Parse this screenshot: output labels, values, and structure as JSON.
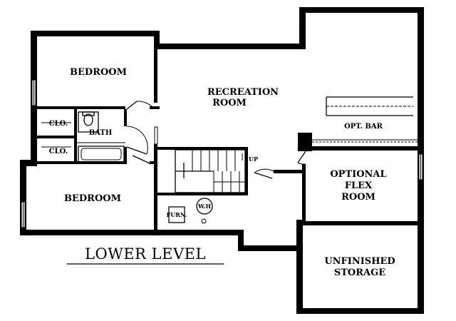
{
  "plan_title": "LOWER LEVEL",
  "rooms": {
    "bedroom_top": "BEDROOM",
    "bedroom_bottom": "BEDROOM",
    "closet_top": "CLO.",
    "closet_bottom": "CLO.",
    "bath": "BATH",
    "recreation_line1": "RECREATION",
    "recreation_line2": "ROOM",
    "opt_bar": "OPT. BAR",
    "flex_line1": "OPTIONAL",
    "flex_line2": "FLEX",
    "flex_line3": "ROOM",
    "storage_line1": "UNFINISHED",
    "storage_line2": "STORAGE",
    "stairs_up": "UP",
    "water_heater": "W.H",
    "furnace": "FURN."
  }
}
